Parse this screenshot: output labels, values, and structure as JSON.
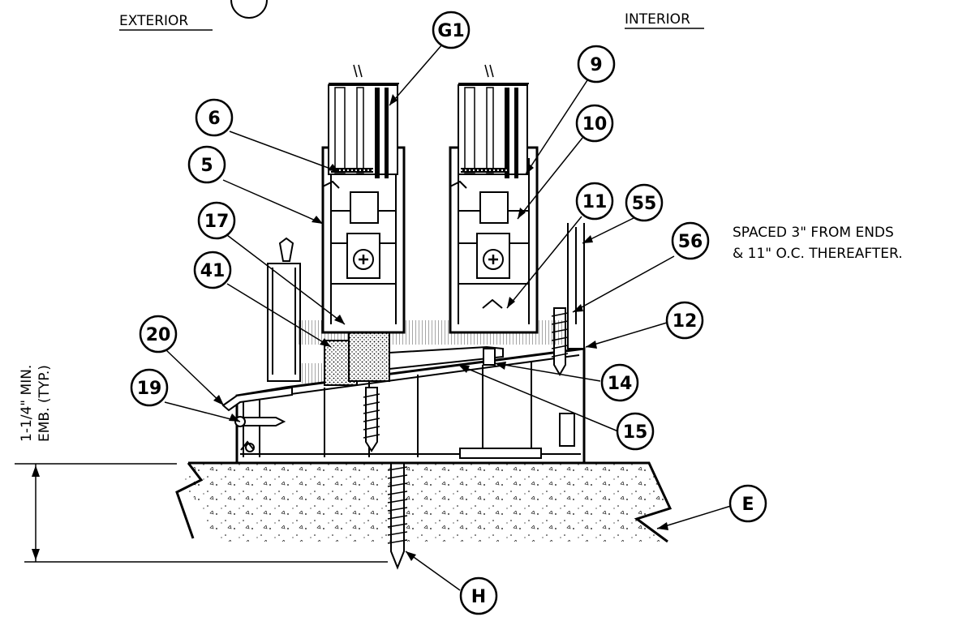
{
  "headers": {
    "exterior": "EXTERIOR",
    "interior": "INTERIOR"
  },
  "notes": {
    "spacing_line1": "SPACED 3\" FROM ENDS",
    "spacing_line2": "& 11\" O.C. THEREAFTER.",
    "embed_line1": "1-1/4\" MIN.",
    "embed_line2": "EMB. (TYP.)"
  },
  "callouts": {
    "g1": "G1",
    "c9": "9",
    "c10": "10",
    "c6": "6",
    "c5": "5",
    "c11": "11",
    "c55": "55",
    "c56": "56",
    "c17": "17",
    "c41": "41",
    "c12": "12",
    "c20": "20",
    "c14": "14",
    "c19": "19",
    "c15": "15",
    "cE": "E",
    "cH": "H"
  }
}
